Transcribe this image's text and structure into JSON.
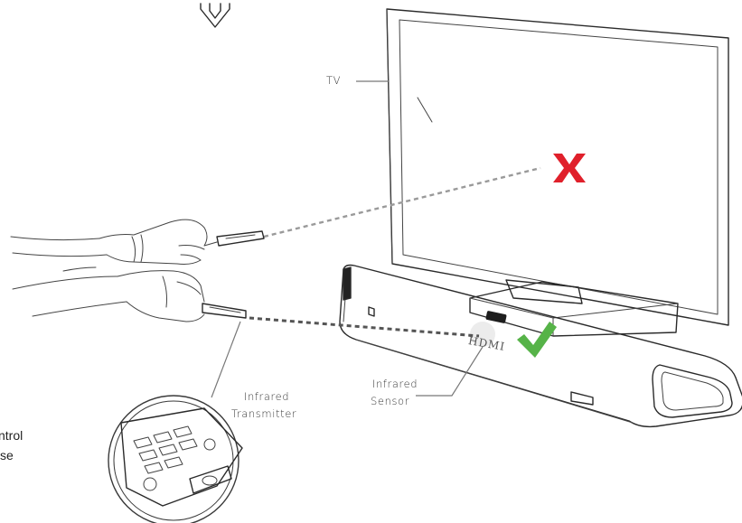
{
  "labels": {
    "tv": "TV",
    "infrared_sensor_line1": "Infrared",
    "infrared_sensor_line2": "Sensor",
    "infrared_transmitter_line1": "Infrared",
    "infrared_transmitter_line2": "Transmitter",
    "hdmi": "HDMI",
    "cut_off_line1": "ntrol",
    "cut_off_line2": "se"
  },
  "marks": {
    "wrong": "cross-icon",
    "right": "check-icon"
  },
  "colors": {
    "cross": "#e0202b",
    "check": "#56b348",
    "ir_wrong": "#9a9a9a",
    "ir_right": "#555555"
  }
}
